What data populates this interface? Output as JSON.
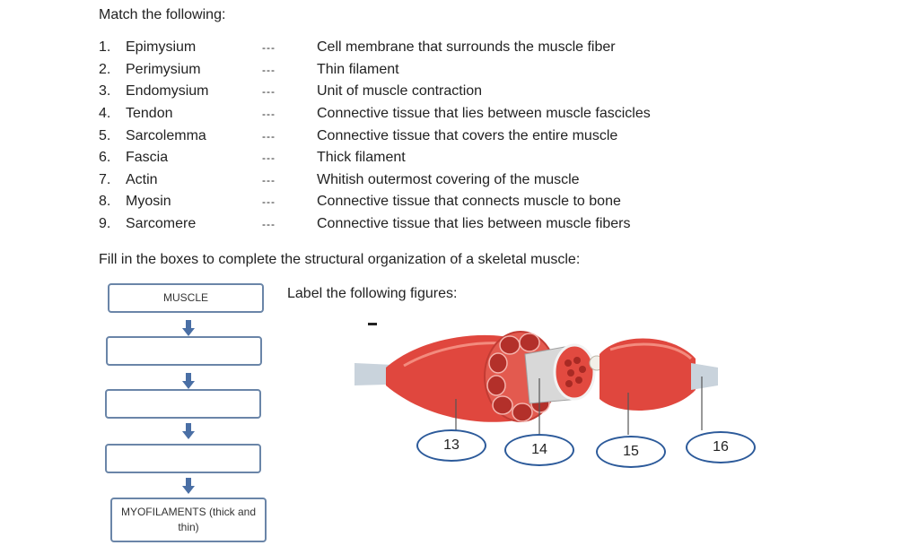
{
  "heading": "Match the following:",
  "matching": [
    {
      "num": "1.",
      "term": "Epimysium",
      "dash": "---",
      "definition": "Cell membrane that surrounds the muscle fiber"
    },
    {
      "num": "2.",
      "term": "Perimysium",
      "dash": "---",
      "definition": "Thin filament"
    },
    {
      "num": "3.",
      "term": "Endomysium",
      "dash": "---",
      "definition": "Unit of muscle contraction"
    },
    {
      "num": "4.",
      "term": "Tendon",
      "dash": "---",
      "definition": "Connective tissue that lies between muscle fascicles"
    },
    {
      "num": "5.",
      "term": "Sarcolemma",
      "dash": "---",
      "definition": "Connective tissue that covers the entire muscle"
    },
    {
      "num": "6.",
      "term": "Fascia",
      "dash": "---",
      "definition": "Thick filament"
    },
    {
      "num": "7.",
      "term": "Actin",
      "dash": "---",
      "definition": "Whitish outermost covering of the muscle"
    },
    {
      "num": "8.",
      "term": "Myosin",
      "dash": "---",
      "definition": "Connective tissue that connects muscle to bone"
    },
    {
      "num": "9.",
      "term": "Sarcomere",
      "dash": "---",
      "definition": "Connective tissue that lies between muscle fibers"
    }
  ],
  "fill_heading": "Fill in the boxes to complete the structural organization of a skeletal muscle:",
  "label_heading": "Label the following figures:",
  "organization_boxes": [
    {
      "text": "MUSCLE"
    },
    {
      "text": ""
    },
    {
      "text": ""
    },
    {
      "text": ""
    },
    {
      "text": "MYOFILAMENTS (thick and thin)"
    }
  ],
  "callouts": [
    "13",
    "14",
    "15",
    "16"
  ],
  "colors": {
    "box_border": "#6a85a8",
    "arrow": "#4a6fa5",
    "callout_border": "#2c5a9a",
    "muscle": "#e0473e",
    "tendon": "#c9d3dc"
  }
}
